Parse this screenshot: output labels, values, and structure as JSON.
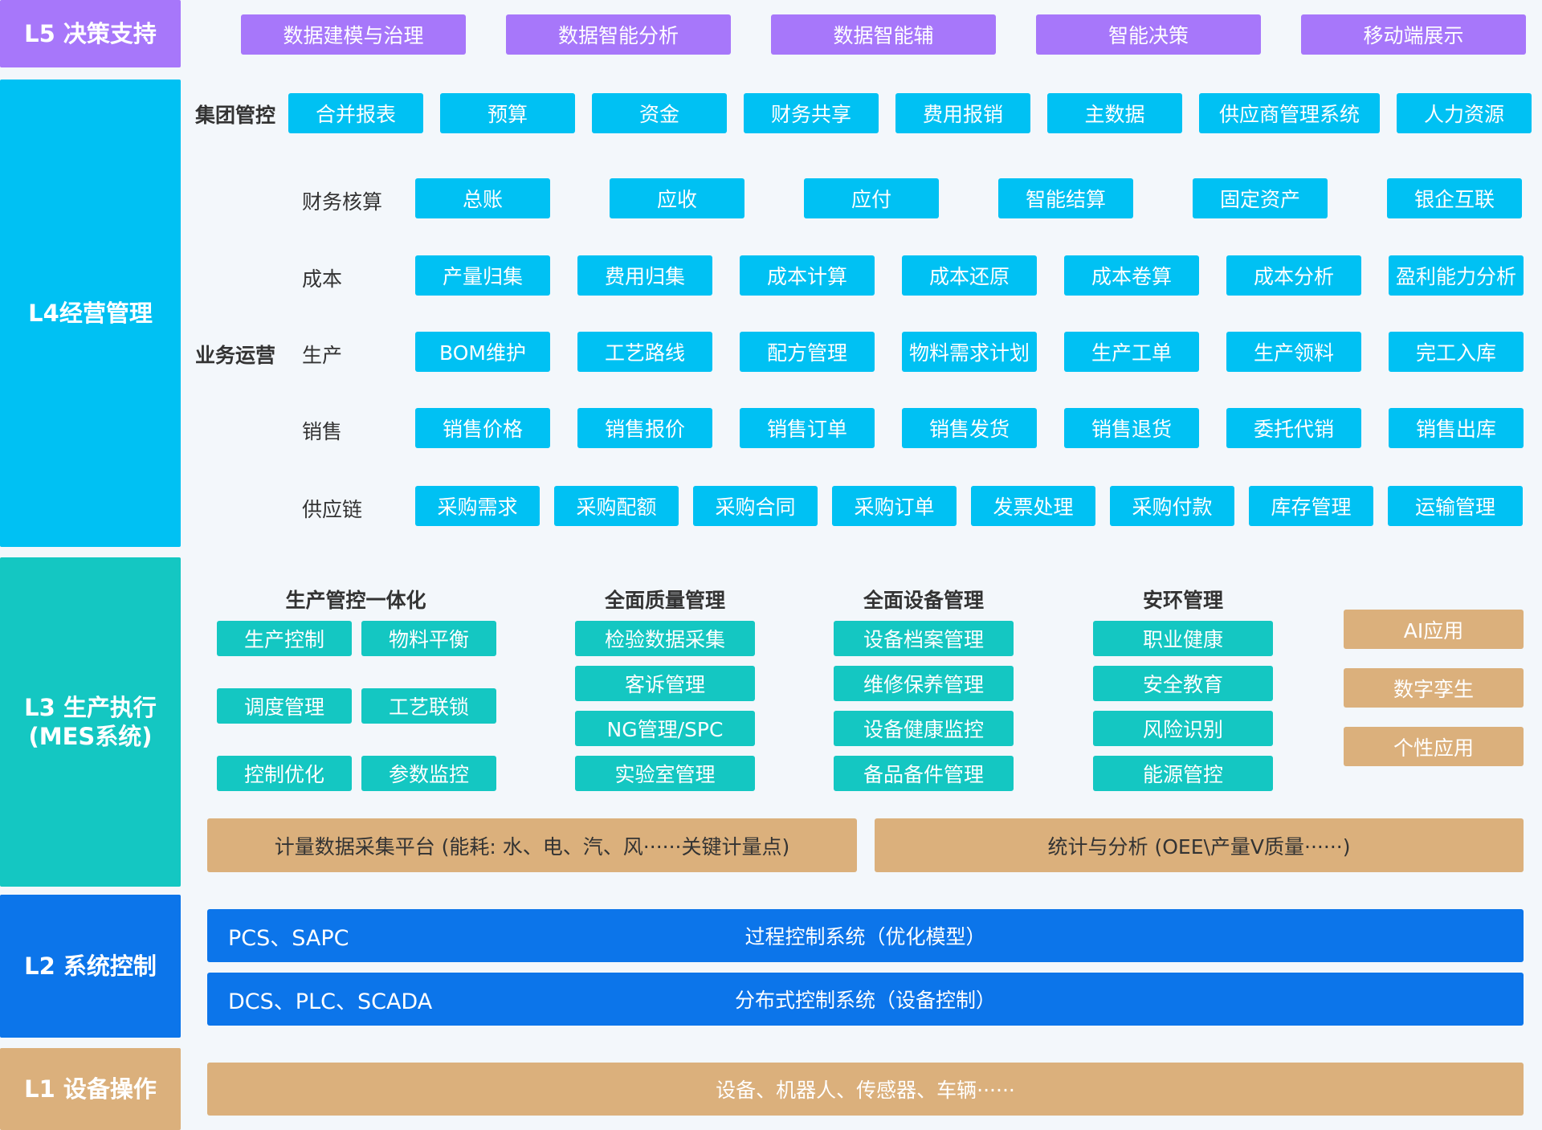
{
  "levels": {
    "l5": "L5 决策支持",
    "l4": "L4经营管理",
    "l3": [
      "L3 生产执行",
      "(MES系统)"
    ],
    "l2": "L2 系统控制",
    "l1": "L1 设备操作"
  },
  "l5_items": [
    "数据建模与治理",
    "数据智能分析",
    "数据智能辅",
    "智能决策",
    "移动端展示"
  ],
  "l4": {
    "group_label": "集团管控",
    "group_items": [
      "合并报表",
      "预算",
      "资金",
      "财务共享",
      "费用报销",
      "主数据",
      "供应商管理系统",
      "人力资源"
    ],
    "ops_label": "业务运营",
    "rows": [
      {
        "label": "财务核算",
        "items": [
          "总账",
          "应收",
          "应付",
          "智能结算",
          "固定资产",
          "银企互联"
        ]
      },
      {
        "label": "成本",
        "items": [
          "产量归集",
          "费用归集",
          "成本计算",
          "成本还原",
          "成本卷算",
          "成本分析",
          "盈利能力分析"
        ]
      },
      {
        "label": "生产",
        "items": [
          "BOM维护",
          "工艺路线",
          "配方管理",
          "物料需求计划",
          "生产工单",
          "生产领料",
          "完工入库"
        ]
      },
      {
        "label": "销售",
        "items": [
          "销售价格",
          "销售报价",
          "销售订单",
          "销售发货",
          "销售退货",
          "委托代销",
          "销售出库"
        ]
      },
      {
        "label": "供应链",
        "items": [
          "采购需求",
          "采购配额",
          "采购合同",
          "采购订单",
          "发票处理",
          "采购付款",
          "库存管理",
          "运输管理"
        ]
      }
    ]
  },
  "l3": {
    "groups": [
      {
        "title": "生产管控一体化",
        "items": [
          "生产控制",
          "物料平衡",
          "调度管理",
          "工艺联锁",
          "控制优化",
          "参数监控"
        ]
      },
      {
        "title": "全面质量管理",
        "items": [
          "检验数据采集",
          "客诉管理",
          "NG管理/SPC",
          "实验室管理"
        ]
      },
      {
        "title": "全面设备管理",
        "items": [
          "设备档案管理",
          "维修保养管理",
          "设备健康监控",
          "备品备件管理"
        ]
      },
      {
        "title": "安环管理",
        "items": [
          "职业健康",
          "安全教育",
          "风险识别",
          "能源管控"
        ]
      }
    ],
    "side_items": [
      "AI应用",
      "数字孪生",
      "个性应用"
    ],
    "platform_left": "计量数据采集平台 (能耗: 水、电、汽、风······关键计量点)",
    "platform_right": "统计与分析 (OEE\\产量V质量······)"
  },
  "l2": {
    "row1_left": "PCS、SAPC",
    "row1_center": "过程控制系统（优化模型）",
    "row2_left": "DCS、PLC、SCADA",
    "row2_center": "分布式控制系统（设备控制）"
  },
  "l1": {
    "bar": "设备、机器人、传感器、车辆······"
  },
  "colors": {
    "l5": "#a777fa",
    "l4": "#00c1f3",
    "l3": "#14c7c2",
    "l2": "#0c75ea",
    "l1": "#dbb07c",
    "background": "#f3f7fb"
  }
}
